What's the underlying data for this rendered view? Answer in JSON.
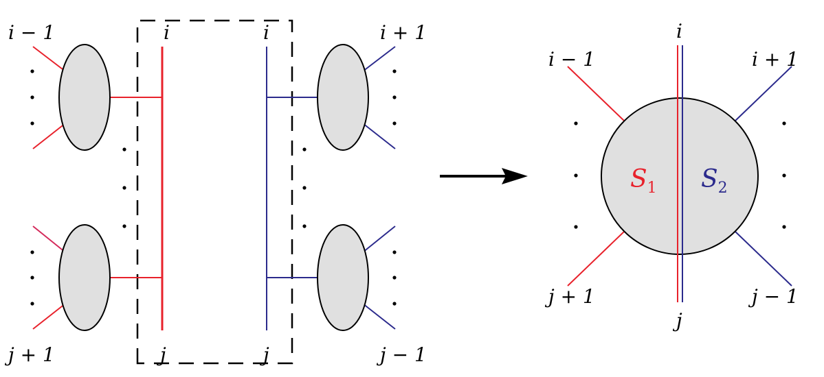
{
  "colors": {
    "red": "#e8212b",
    "blue": "#2b2a8c",
    "pink": "#d42a5b",
    "blob_fill": "#e0e0e0",
    "outline": "#000000"
  },
  "left": {
    "labels": {
      "top_left": "i − 1",
      "top_right": "i + 1",
      "bottom_left": "j + 1",
      "bottom_right": "j − 1",
      "red_line_top": "i",
      "blue_line_top": "i",
      "red_line_bottom": "j",
      "blue_line_bottom": "j"
    },
    "dots": "·"
  },
  "arrow": "right-arrow",
  "right": {
    "labels": {
      "top": "i",
      "bottom": "j",
      "upper_left": "i − 1",
      "upper_right": "i + 1",
      "lower_left": "j + 1",
      "lower_right": "j − 1"
    },
    "region_labels": {
      "s1_letter": "S",
      "s1_sub": "1",
      "s2_letter": "S",
      "s2_sub": "2"
    }
  }
}
